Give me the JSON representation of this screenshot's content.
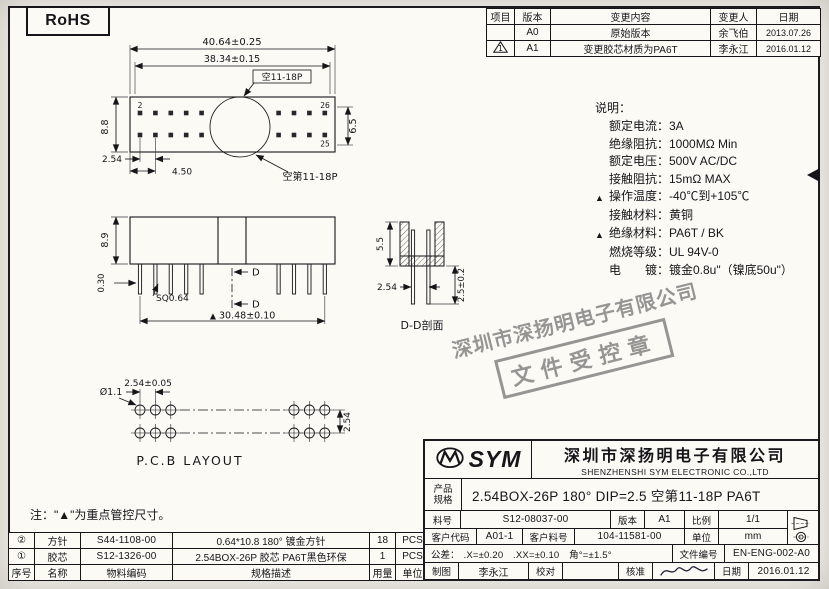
{
  "badge": {
    "rohs": "RoHS"
  },
  "revision": {
    "headers": [
      "项目",
      "版本",
      "变更内容",
      "变更人",
      "日期"
    ],
    "rows": [
      {
        "marker": "",
        "version": "A0",
        "content": "原始版本",
        "by": "余飞伯",
        "date": "2013.07.26"
      },
      {
        "marker": "1",
        "version": "A1",
        "content": "变更胶芯材质为PA6T",
        "by": "李永江",
        "date": "2016.01.12"
      }
    ]
  },
  "spec": {
    "title": "说明：",
    "lines": [
      {
        "mark": "",
        "text": "额定电流：3A"
      },
      {
        "mark": "",
        "text": "绝缘阻抗：1000MΩ Min"
      },
      {
        "mark": "",
        "text": "额定电压：500V AC/DC"
      },
      {
        "mark": "",
        "text": "接触阻抗：15mΩ MAX"
      },
      {
        "mark": "▲",
        "text": "操作温度：-40℃到+105℃"
      },
      {
        "mark": "",
        "text": "接触材料：黄铜"
      },
      {
        "mark": "▲",
        "text": "绝缘材料：PA6T / BK"
      },
      {
        "mark": "",
        "text": "燃烧等级：UL 94V-0"
      },
      {
        "mark": "",
        "text": "电　　镀：镀金0.8u\"（镍底50u\"）"
      }
    ]
  },
  "drawing": {
    "top_view": {
      "dim_overall": "40.64±0.25",
      "dim_pins": "38.34±0.15",
      "gap_label_top": "空11-18P",
      "dim_height": "8.8",
      "dim_right": "6.5",
      "pin_top_left": "2",
      "pin_top_right": "26",
      "pin_bottom_right": "25",
      "dim_pitch": "2.54",
      "dim_edge": "4.50",
      "gap_label_bottom": "空第11-18P"
    },
    "side_view": {
      "dim_height": "8.9",
      "dim_standoff": "0.30",
      "pin_label": "SQ0.64",
      "mark": "▲",
      "dim_span": "30.48±0.10",
      "section_letter": "D"
    },
    "section_view": {
      "dim_height": "5.5",
      "dim_pitch": "2.54",
      "dim_pin_len": "2.5±0.2",
      "title": "D-D剖面"
    },
    "pcb": {
      "hole_dia": "Ø1.1",
      "dim_pitch": "2.54±0.05",
      "dim_row": "2.54",
      "title": "P.C.B LAYOUT"
    }
  },
  "stamp": {
    "line1": "深圳市深扬明电子有限公司",
    "line2": "文件受控章"
  },
  "keynote": "注：\"▲\"为重点管控尺寸。",
  "bom": {
    "rows": [
      {
        "no": "②",
        "name": "方针",
        "code": "S44-1108-00",
        "desc": "0.64*10.8 180° 镀金方针",
        "qty": "18",
        "unit": "PCS"
      },
      {
        "no": "①",
        "name": "胶芯",
        "code": "S12-1326-00",
        "desc": "2.54BOX-26P 胶芯 PA6T黑色环保",
        "qty": "1",
        "unit": "PCS"
      }
    ],
    "headers": {
      "no": "序号",
      "name": "名称",
      "code": "物料编码",
      "desc": "规格描述",
      "qty": "用量",
      "unit": "单位"
    }
  },
  "titleblock": {
    "logo_text": "SYM",
    "company_cn": "深圳市深扬明电子有限公司",
    "company_en": "SHENZHENSHI SYM ELECTRONIC CO.,LTD",
    "product_label_1": "产品",
    "product_label_2": "规格",
    "product_value": "2.54BOX-26P 180° DIP=2.5 空第11-18P PA6T",
    "part_label": "料号",
    "part_value": "S12-08037-00",
    "version_label": "版本",
    "version_value": "A1",
    "scale_label": "比例",
    "scale_value": "1/1",
    "cust_code_label": "客户代码",
    "cust_code_value": "A01-1",
    "cust_part_label": "客户料号",
    "cust_part_value": "104-11581-00",
    "unit_label": "单位",
    "unit_value": "mm",
    "tol_label": "公差：",
    "tol_value": ".X=±0.20　.XX=±0.10　角°=±1.5°",
    "file_label": "文件编号",
    "file_value": "EN-ENG-002-A0",
    "draw_label": "制图",
    "draw_value": "李永江",
    "check_label": "校对",
    "approve_label": "核准",
    "date_label": "日期",
    "date_value": "2016.01.12"
  }
}
